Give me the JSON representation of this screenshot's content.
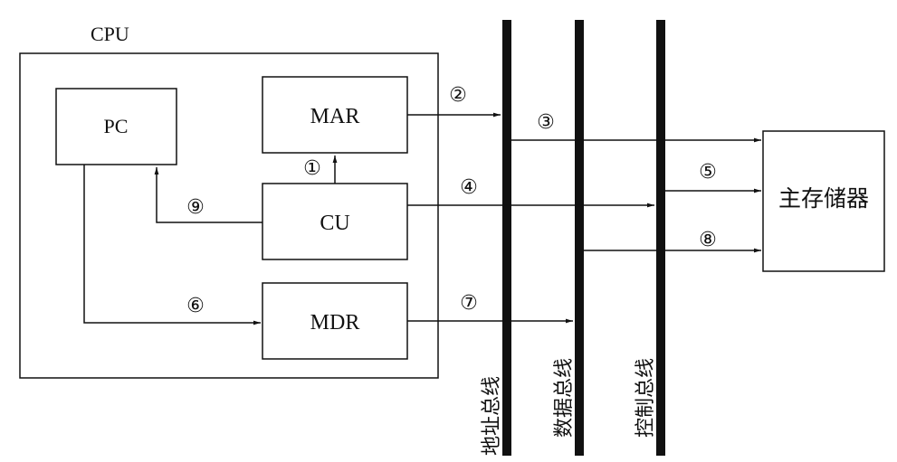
{
  "cpu_label": "CPU",
  "registers": {
    "pc": "PC",
    "mar": "MAR",
    "cu": "CU",
    "mdr": "MDR"
  },
  "memory_label": "主存储器",
  "buses": {
    "address": "地址总线",
    "data": "数据总线",
    "control": "控制总线"
  },
  "steps": {
    "s1": "①",
    "s2": "②",
    "s3": "③",
    "s4": "④",
    "s5": "⑤",
    "s6": "⑥",
    "s7": "⑦",
    "s8": "⑧",
    "s9": "⑨"
  }
}
